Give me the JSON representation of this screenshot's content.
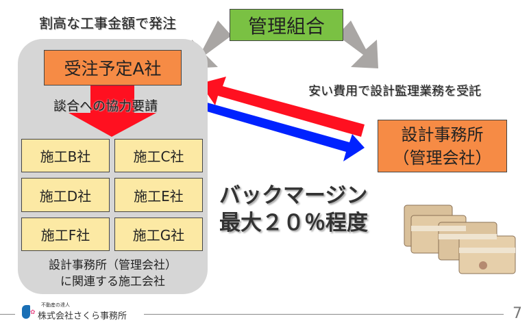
{
  "top_label": "割高な工事金額で発注",
  "union": {
    "label": "管理組合"
  },
  "contractor_a": {
    "label": "受注予定A社"
  },
  "collusion_label": "談合への協力要請",
  "companies": [
    "施工B社",
    "施工C社",
    "施工D社",
    "施工E社",
    "施工F社",
    "施工G社"
  ],
  "panel_caption": {
    "line1": "設計事務所（管理会社）",
    "line2": "に関連する施工会社"
  },
  "cheap_label": "安い費用で設計監理業務を受託",
  "design_office": {
    "line1": "設計事務所",
    "line2": "（管理会社）"
  },
  "backmargin": {
    "line1": "バックマージン",
    "line2": "最大２０％程度"
  },
  "footer": {
    "logo_small": "不動産の達人",
    "logo_text": "株式会社さくら事務所",
    "page_number": "7"
  },
  "colors": {
    "orange": "#f68b45",
    "yellow": "#fce9a4",
    "green": "#7ac143",
    "red_arrow": "#ff1020",
    "blue_arrow": "#0022ff",
    "gray_arrow": "#a9a6a4"
  }
}
